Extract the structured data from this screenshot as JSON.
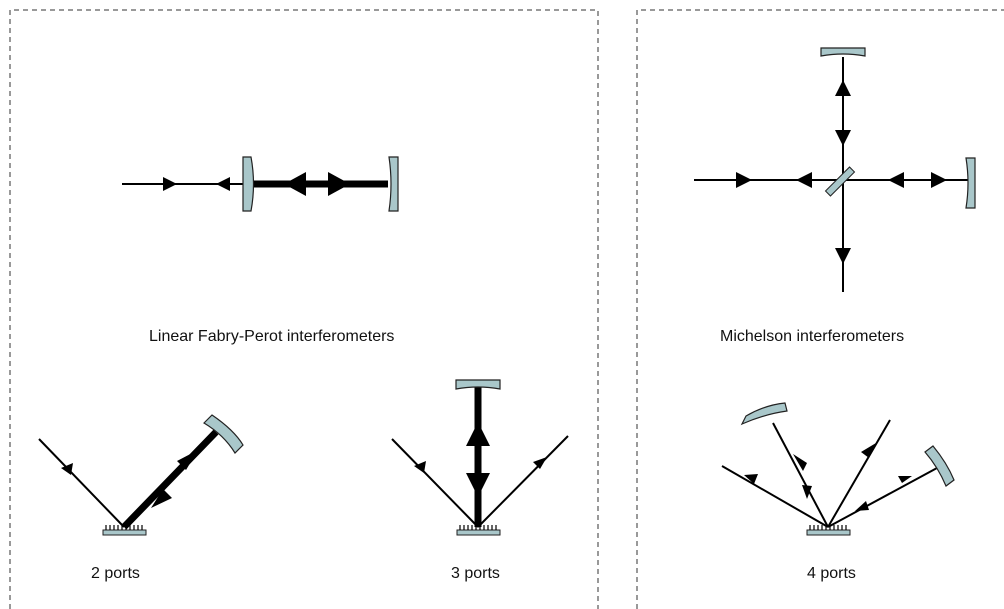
{
  "labels": {
    "fabry_perot": "Linear Fabry-Perot interferometers",
    "michelson": "Michelson interferometers",
    "two_ports": "2 ports",
    "three_ports": "3 ports",
    "four_ports": "4 ports"
  },
  "colors": {
    "beam": "#000000",
    "optic_fill": "#a9c7ca",
    "optic_stroke": "#222222",
    "frame": "#333333"
  }
}
